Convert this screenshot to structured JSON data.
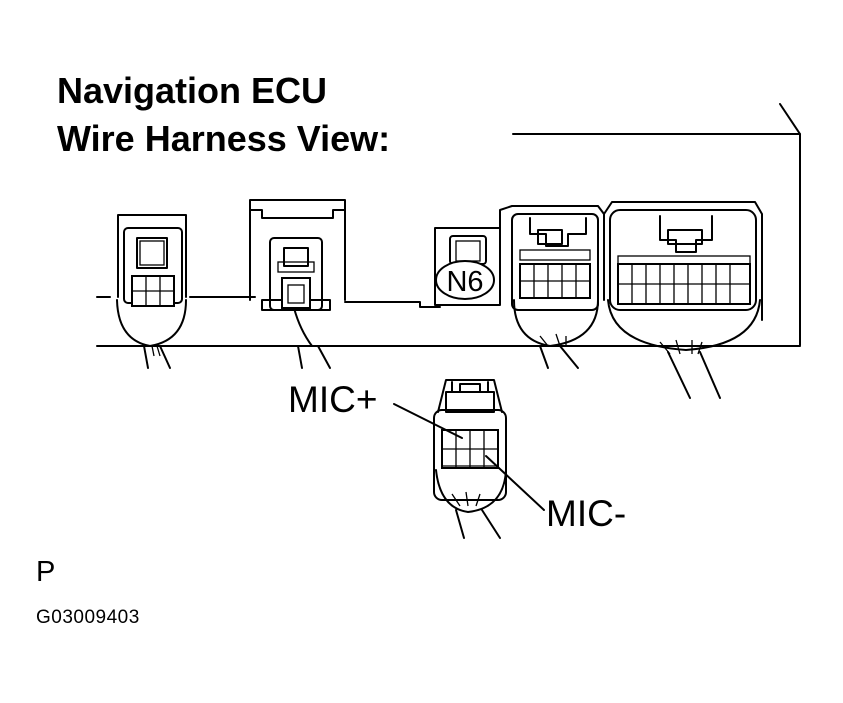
{
  "title": {
    "line1": "Navigation ECU",
    "line2": "Wire Harness View:"
  },
  "connector_tag": "N6",
  "labels": {
    "mic_plus": "MIC+",
    "mic_minus": "MIC-"
  },
  "footer": {
    "letter": "P",
    "figure_code": "G03009403"
  }
}
